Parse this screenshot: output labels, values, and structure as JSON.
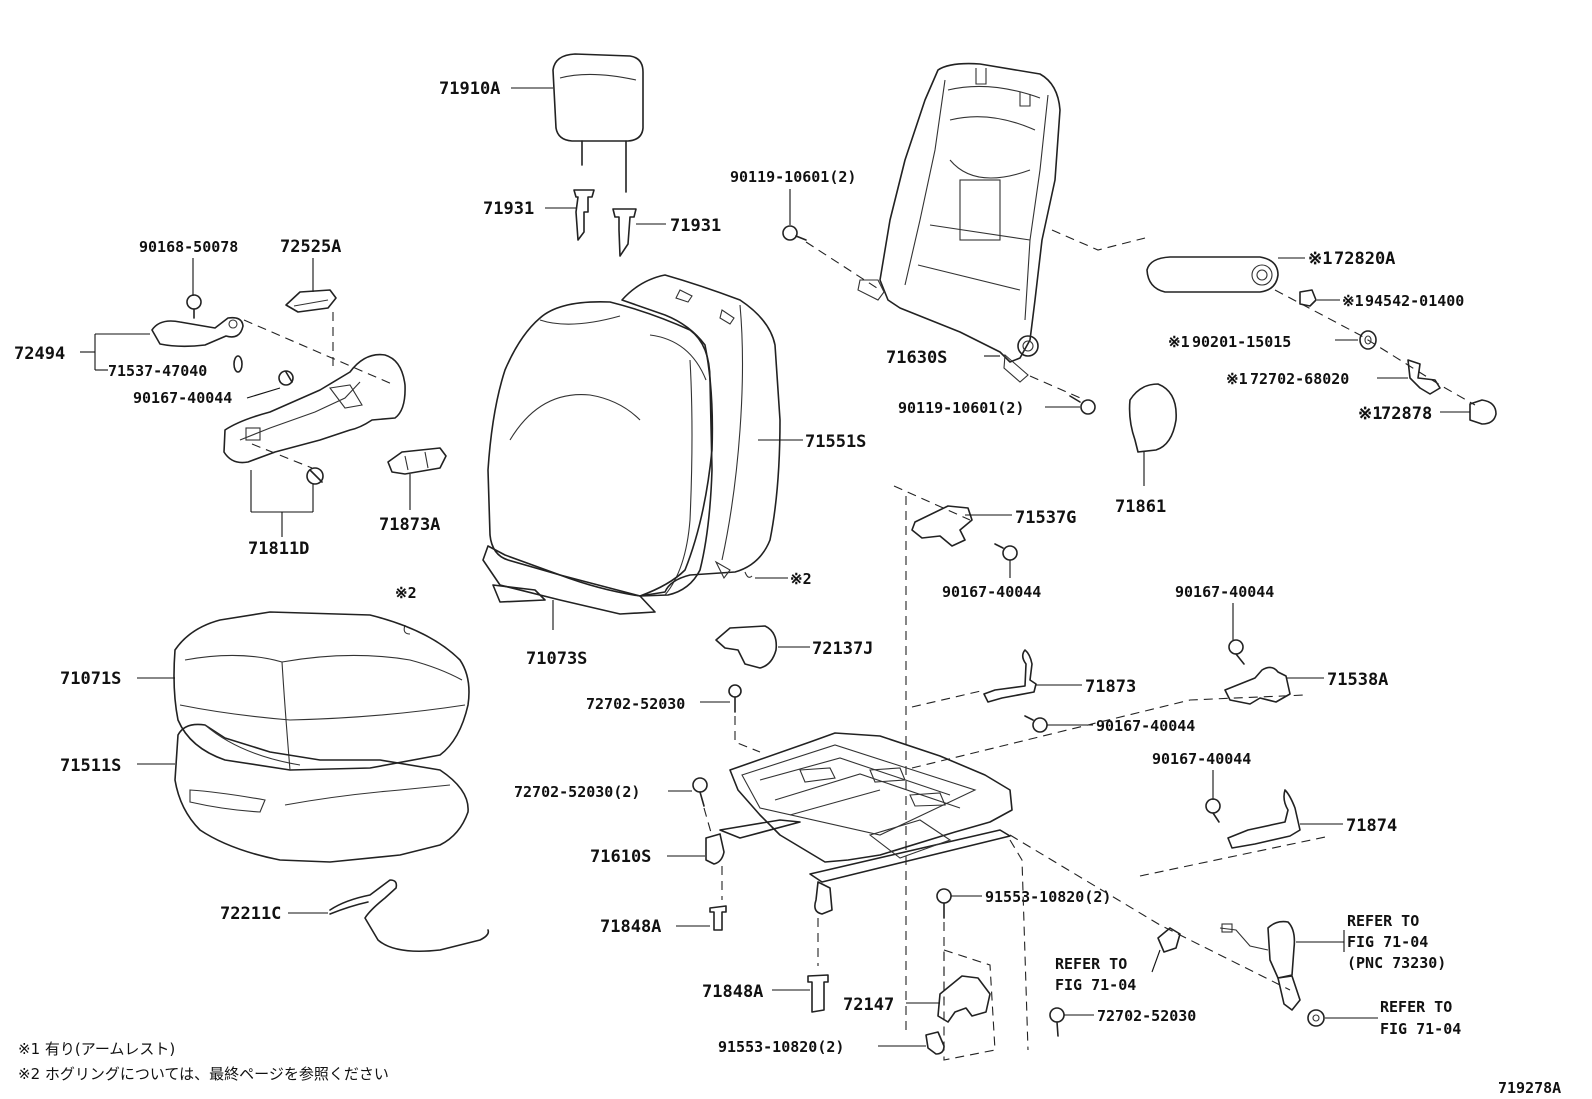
{
  "labels": {
    "p71910A": "71910A",
    "p71931_l": "71931",
    "p71931_r": "71931",
    "p90168": "90168-50078",
    "p72525A": "72525A",
    "p72494": "72494",
    "p71537_47040": "71537-47040",
    "p90167_a": "90167-40044",
    "p71811D": "71811D",
    "p71873A": "71873A",
    "p71551S": "71551S",
    "p71073S": "71073S",
    "note2_a": "※2",
    "note2_b": "※2",
    "p71071S": "71071S",
    "p71511S": "71511S",
    "p72211C": "72211C",
    "p90119_a": "90119-10601(2)",
    "p71630S": "71630S",
    "p90119_b": "90119-10601(2)",
    "p72820A": "72820A",
    "p94542": "94542-01400",
    "p90201": "90201-15015",
    "p72702_68020": "72702-68020",
    "p72878": "72878",
    "p71861": "71861",
    "p71537G": "71537G",
    "p90167_b": "90167-40044",
    "p72137J": "72137J",
    "p72702_52030_a": "72702-52030",
    "p71873": "71873",
    "p90167_c": "90167-40044",
    "p90167_d": "90167-40044",
    "p71538A": "71538A",
    "p90167_e": "90167-40044",
    "p72702_52030_2": "72702-52030(2)",
    "p71874": "71874",
    "p71610S": "71610S",
    "p91553_a": "91553-10820(2)",
    "p71848A_a": "71848A",
    "p71848A_b": "71848A",
    "p72147": "72147",
    "p91553_b": "91553-10820(2)",
    "p72702_52030_b": "72702-52030"
  },
  "marks": {
    "m72820A": "※1",
    "m94542": "※1",
    "m90201": "※1",
    "m72702": "※1",
    "m72878": "※1"
  },
  "refers": {
    "ref_mid_1": "REFER TO",
    "ref_mid_2": "FIG 71-04",
    "ref_top_1": "REFER TO",
    "ref_top_2": "FIG 71-04",
    "ref_top_3": "(PNC 73230)",
    "ref_bot_1": "REFER TO",
    "ref_bot_2": "FIG 71-04"
  },
  "notes": {
    "note1": "※1 有り(アームレスト)",
    "note2": "※2 ホグリングについては、最終ページを参照ください"
  },
  "figure_id": "719278A"
}
